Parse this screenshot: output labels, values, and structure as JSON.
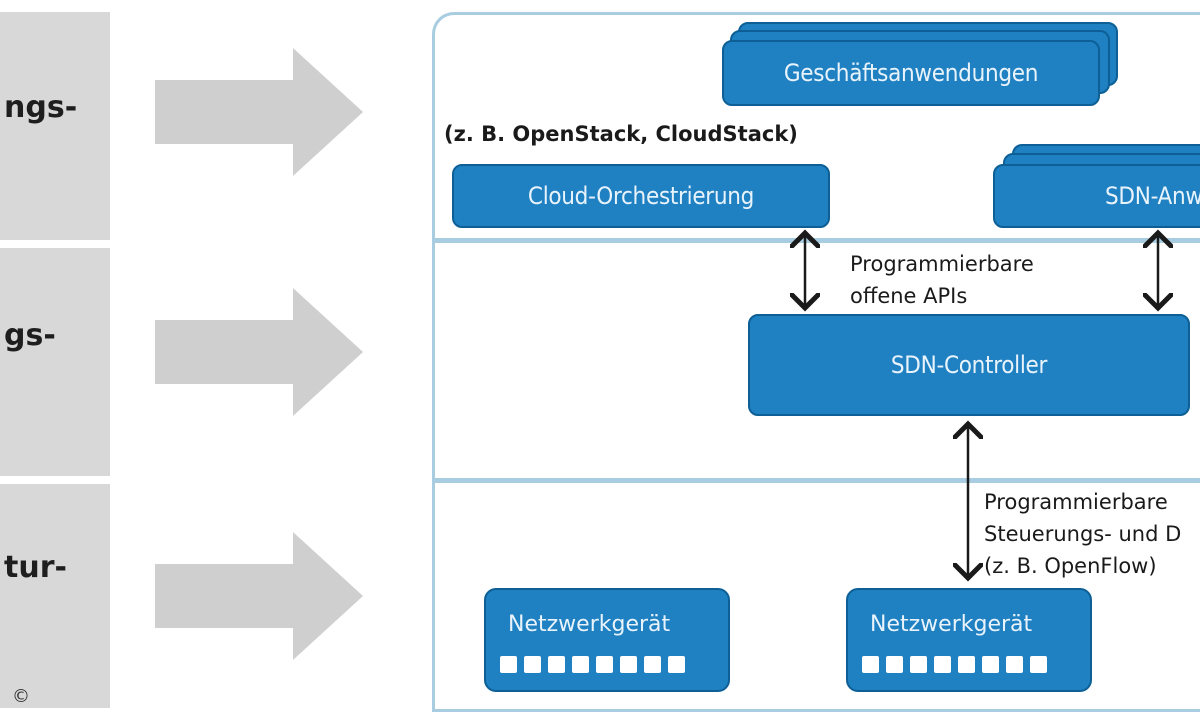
{
  "left_labels": [
    {
      "text": "ngs-\n"
    },
    {
      "text": "gs-\n"
    },
    {
      "text": "tur-\n"
    }
  ],
  "copyright": "©",
  "business_apps": "Geschäftsanwendungen",
  "cloud_note": "(z. B. OpenStack, CloudStack)",
  "cloud_orchestration": "Cloud-Orchestrierung",
  "sdn_apps": "SDN-Anwe",
  "northbound_note": "Programmierbare\noffene APIs",
  "sdn_controller": "SDN-Controller",
  "southbound_note": "Programmierbare\nSteuerungs- und D\n(z. B. OpenFlow)",
  "devices": [
    {
      "label": "Netzwerkgerät",
      "ports": 8
    },
    {
      "label": "Netzwerkgerät",
      "ports": 8
    }
  ],
  "colors": {
    "box_fill": "#1f80c2",
    "box_border": "#0d5f96",
    "layer_border": "#a9cde0",
    "label_bg": "#d8d8d8",
    "arrow_fill": "#cfcfcf"
  }
}
